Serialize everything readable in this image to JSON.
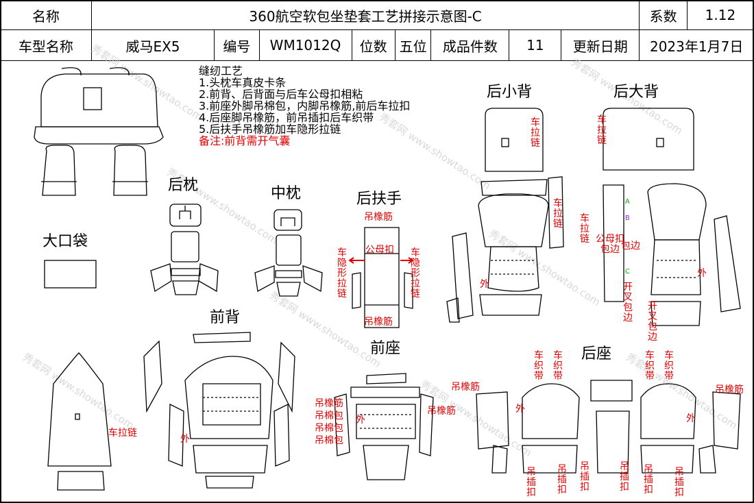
{
  "header": {
    "name_label": "名称",
    "title": "360航空软包坐垫套工艺拼接示意图-C",
    "series_label": "系数",
    "series_value": "1.12",
    "model_label": "车型名称",
    "model_value": "威马EX5",
    "code_label": "编号",
    "code_value": "WM1012Q",
    "seats_label": "位数",
    "seats_value": "五位",
    "pieces_label": "成品件数",
    "pieces_value": "11",
    "date_label": "更新日期",
    "date_value": "2023年1月7日"
  },
  "notes": {
    "title": "缝纫工艺",
    "items": [
      "1.头枕车真皮卡条",
      "2.前背、后背面与后车公母扣相粘",
      "3.前座外脚吊棉包，内脚吊橡筋,前后车拉扣",
      "4.后座脚吊橡筋，前吊插扣后车织带",
      "5.后扶手吊橡筋加车隐形拉链"
    ],
    "remark": "备注:前背需开气囊"
  },
  "sections": {
    "rear_headrest": "后枕",
    "mid_headrest": "中枕",
    "rear_armrest": "后扶手",
    "big_pocket": "大口袋",
    "rear_small_back": "后小背",
    "rear_big_back": "后大背",
    "front_back": "前背",
    "front_seat": "前座",
    "rear_seat": "后座"
  },
  "annotations": {
    "elastic": "吊橡筋",
    "snap": "公母扣",
    "hidden_zip": "车隐形拉链",
    "zip": "车拉链",
    "outer": "外",
    "cotton_wrap": "吊棉包",
    "webbing": "车织带",
    "clip": "吊插扣",
    "snap_edge": "公母扣包边",
    "wrap_edge": "包边",
    "open_fork": "开叉包边",
    "mark_a": "A",
    "mark_b": "B",
    "mark_c": "C"
  },
  "watermark": "秀套网 www.showtao.com"
}
